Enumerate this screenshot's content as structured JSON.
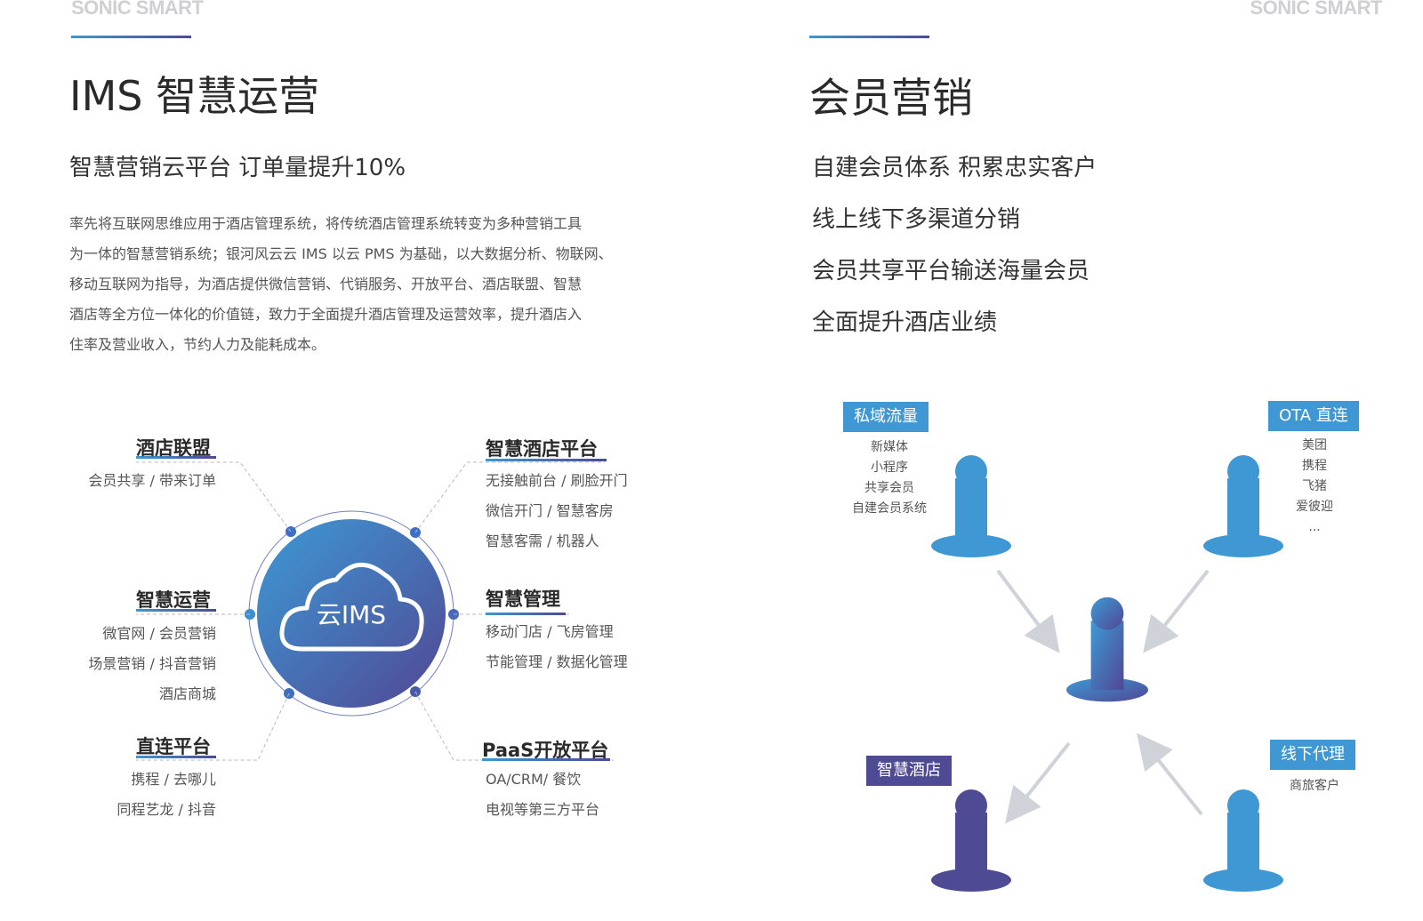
{
  "brand": {
    "left": "SONIC SMART",
    "right": "SONIC SMART"
  },
  "left": {
    "title": "IMS 智慧运营",
    "subtitle": "智慧营销云平台 订单量提升10%",
    "body": [
      "率先将互联网思维应用于酒店管理系统，将传统酒店管理系统转变为多种营销工具",
      "为一体的智慧营销系统；银河风云云 IMS 以云 PMS 为基础，以大数据分析、物联网、",
      "移动互联网为指导，为酒店提供微信营销、代销服务、开放平台、酒店联盟、智慧",
      "酒店等全方位一体化的价值链，致力于全面提升酒店管理及运营效率，提升酒店入",
      "住率及营业收入，节约人力及能耗成本。"
    ],
    "center_label": "云IMS",
    "nodes": {
      "alliance": {
        "title": "酒店联盟",
        "lines": [
          "会员共享 / 带来订单"
        ]
      },
      "operation": {
        "title": "智慧运营",
        "lines": [
          "微官网 / 会员营销",
          "场景营销 / 抖音营销",
          "酒店商城"
        ]
      },
      "direct": {
        "title": "直连平台",
        "lines": [
          "携程 / 去哪儿",
          "同程艺龙 / 抖音"
        ]
      },
      "platform": {
        "title": "智慧酒店平台",
        "lines": [
          "无接触前台 / 刷脸开门",
          "微信开门 / 智慧客房",
          "智慧客需 / 机器人"
        ]
      },
      "management": {
        "title": "智慧管理",
        "lines": [
          "移动门店 / 飞房管理",
          "节能管理 / 数据化管理"
        ]
      },
      "paas": {
        "title": "PaaS开放平台",
        "lines": [
          "OA/CRM/ 餐饮",
          "电视等第三方平台"
        ]
      }
    }
  },
  "right": {
    "title": "会员营销",
    "points": [
      "自建会员体系 积累忠实客户",
      "线上线下多渠道分销",
      "会员共享平台输送海量会员",
      "全面提升酒店业绩"
    ],
    "groups": {
      "private": {
        "tag": "私域流量",
        "items": [
          "新媒体",
          "小程序",
          "共享会员",
          "自建会员系统"
        ]
      },
      "ota": {
        "tag": "OTA 直连",
        "items": [
          "美团",
          "携程",
          "飞猪",
          "爱彼迎",
          "..."
        ]
      },
      "hotel": {
        "tag": "智慧酒店",
        "items": []
      },
      "offline": {
        "tag": "线下代理",
        "items": [
          "商旅客户"
        ]
      }
    }
  },
  "colors": {
    "blue": "#3f97d3",
    "purple": "#4e4a94",
    "text": "#333333"
  }
}
